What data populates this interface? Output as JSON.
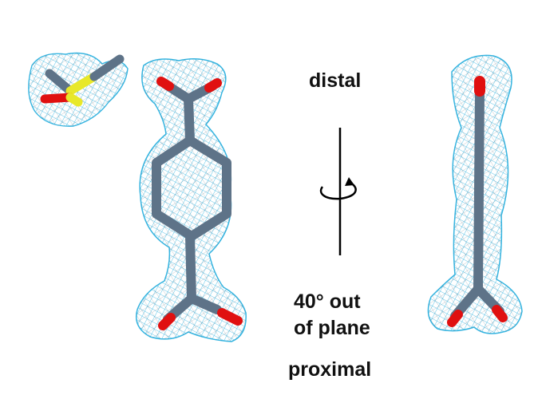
{
  "labels": {
    "distal": "distal",
    "angle_line1": "40° out",
    "angle_line2": "of plane",
    "proximal": "proximal"
  },
  "colors": {
    "background": "#ffffff",
    "mesh": "#35b4e0",
    "mesh_shadow": "#2d4a5c",
    "carbon": "#5e7388",
    "oxygen": "#e01010",
    "sulfur": "#e8e82a",
    "text": "#111111",
    "axis": "#000000"
  },
  "icons": [
    "rotation-axis-icon",
    "rotation-arrow-icon"
  ]
}
